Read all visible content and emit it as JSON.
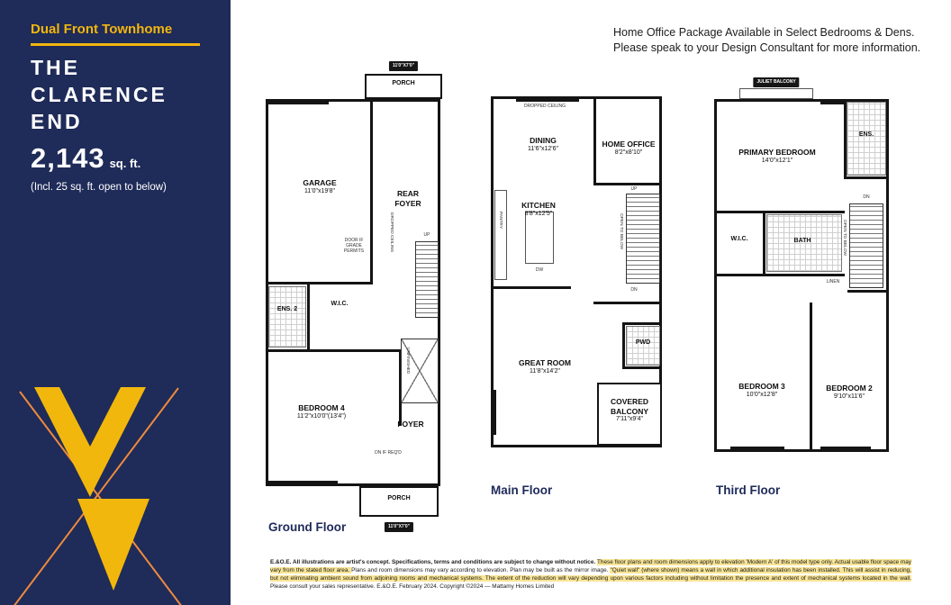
{
  "sidebar": {
    "eyebrow": "Dual Front Townhome",
    "title": [
      "THE",
      "CLARENCE",
      "END"
    ],
    "sqft_value": "2,143",
    "sqft_unit": "sq. ft.",
    "note": "(Incl. 25 sq. ft. open to below)"
  },
  "header": {
    "line1": "Home Office Package Available in Select Bedrooms & Dens.",
    "line2": "Please speak to your Design Consultant for more information."
  },
  "plans": {
    "ground": {
      "caption": "Ground Floor",
      "rooms": {
        "porch_top": {
          "name": "PORCH"
        },
        "garage": {
          "name": "GARAGE",
          "dims": "11'0\"x19'8\""
        },
        "rear_foyer": {
          "name": "REAR FOYER"
        },
        "ens2": {
          "name": "ENS. 2"
        },
        "wic": {
          "name": "W.I.C."
        },
        "bedroom4": {
          "name": "BEDROOM 4",
          "dims": "11'2\"x10'0\"(13'4\")"
        },
        "foyer": {
          "name": "FOYER"
        },
        "porch_bottom": {
          "name": "PORCH"
        }
      },
      "notes": {
        "tag_top": "11'0\"X7'0\"",
        "dropped_ceiling": "DROPPED CEILING",
        "door_note": "DOOR IF GRADE PERMITS",
        "up": "UP",
        "dn": "DN IF REQ'D",
        "unfinished": "UNFINISHED",
        "tag_bottom": "11'0\"X7'0\""
      }
    },
    "main": {
      "caption": "Main Floor",
      "rooms": {
        "dining": {
          "name": "DINING",
          "dims": "11'6\"x12'6\""
        },
        "home_office": {
          "name": "HOME OFFICE",
          "dims": "8'2\"x8'10\""
        },
        "kitchen": {
          "name": "KITCHEN",
          "dims": "8'8\"x12'5\""
        },
        "great_room": {
          "name": "GREAT ROOM",
          "dims": "11'8\"x14'2\""
        },
        "pwd": {
          "name": "PWD"
        },
        "balcony": {
          "name": "COVERED BALCONY",
          "dims": "7'11\"x9'4\""
        }
      },
      "notes": {
        "dropped_ceiling": "DROPPED CEILING",
        "pantry": "PANTRY",
        "dw": "DW",
        "up": "UP",
        "dn": "DN",
        "open_below": "OPEN TO BELOW"
      }
    },
    "third": {
      "caption": "Third Floor",
      "rooms": {
        "juliet": {
          "name": "JULIET BALCONY"
        },
        "primary": {
          "name": "PRIMARY BEDROOM",
          "dims": "14'0\"x12'1\""
        },
        "ens": {
          "name": "ENS."
        },
        "wic": {
          "name": "W.I.C."
        },
        "bath": {
          "name": "BATH"
        },
        "bedroom3": {
          "name": "BEDROOM 3",
          "dims": "10'0\"x12'8\""
        },
        "bedroom2": {
          "name": "BEDROOM 2",
          "dims": "9'10\"x11'6\""
        }
      },
      "notes": {
        "linen": "LINEN",
        "dn": "DN",
        "open_below": "OPEN TO BELOW"
      }
    }
  },
  "disclaimer": {
    "segments": [
      {
        "text": "E.&O.E. All illustrations are artist's concept. Specifications, terms and conditions are subject to change without notice. ",
        "bold": true,
        "hl": false
      },
      {
        "text": "These floor plans and room dimensions apply to elevation 'Modern A' of this model type only. Actual usable floor space may vary from the stated floor area. ",
        "hl": true
      },
      {
        "text": "Plans and room dimensions may vary according to elevation. Plan may be built as the mirror image. ",
        "hl": false
      },
      {
        "text": "\"Quiet wall\" (where shown) means a wall in which additional insulation has been installed. This will assist in reducing, but not eliminating ambient sound from adjoining rooms and mechanical systems. ",
        "hl": true
      },
      {
        "text": "The extent of the reduction will vary depending upon various factors including without limitation the presence and extent of mechanical systems located in the wall. ",
        "hl": true
      },
      {
        "text": "Please consult your sales representative. E.&O.E. February 2024. Copyright ©2024 — Mattamy Homes Limited",
        "hl": false
      }
    ]
  }
}
